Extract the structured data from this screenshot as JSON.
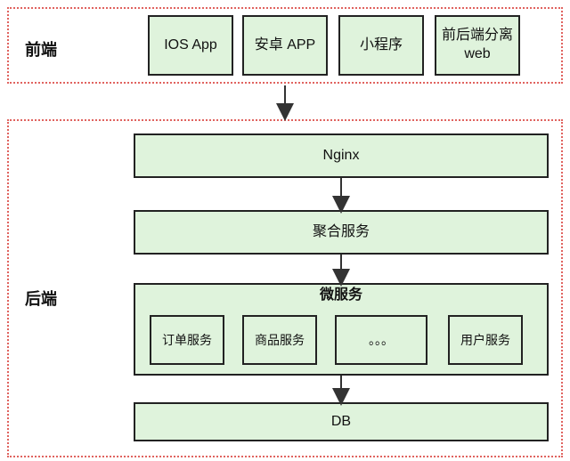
{
  "frontend": {
    "label": "前端",
    "clients": [
      "IOS App",
      "安卓 APP",
      "小程序",
      "前后端分离\nweb"
    ]
  },
  "backend": {
    "label": "后端",
    "nginx": "Nginx",
    "aggregation": "聚合服务",
    "microservices": {
      "title": "微服务",
      "services": [
        "订单服务",
        "商品服务",
        "。。。",
        "用户服务"
      ]
    },
    "db": "DB"
  },
  "colors": {
    "box_fill": "#dff3dc",
    "box_border": "#222222",
    "region_border": "#e0635f"
  }
}
